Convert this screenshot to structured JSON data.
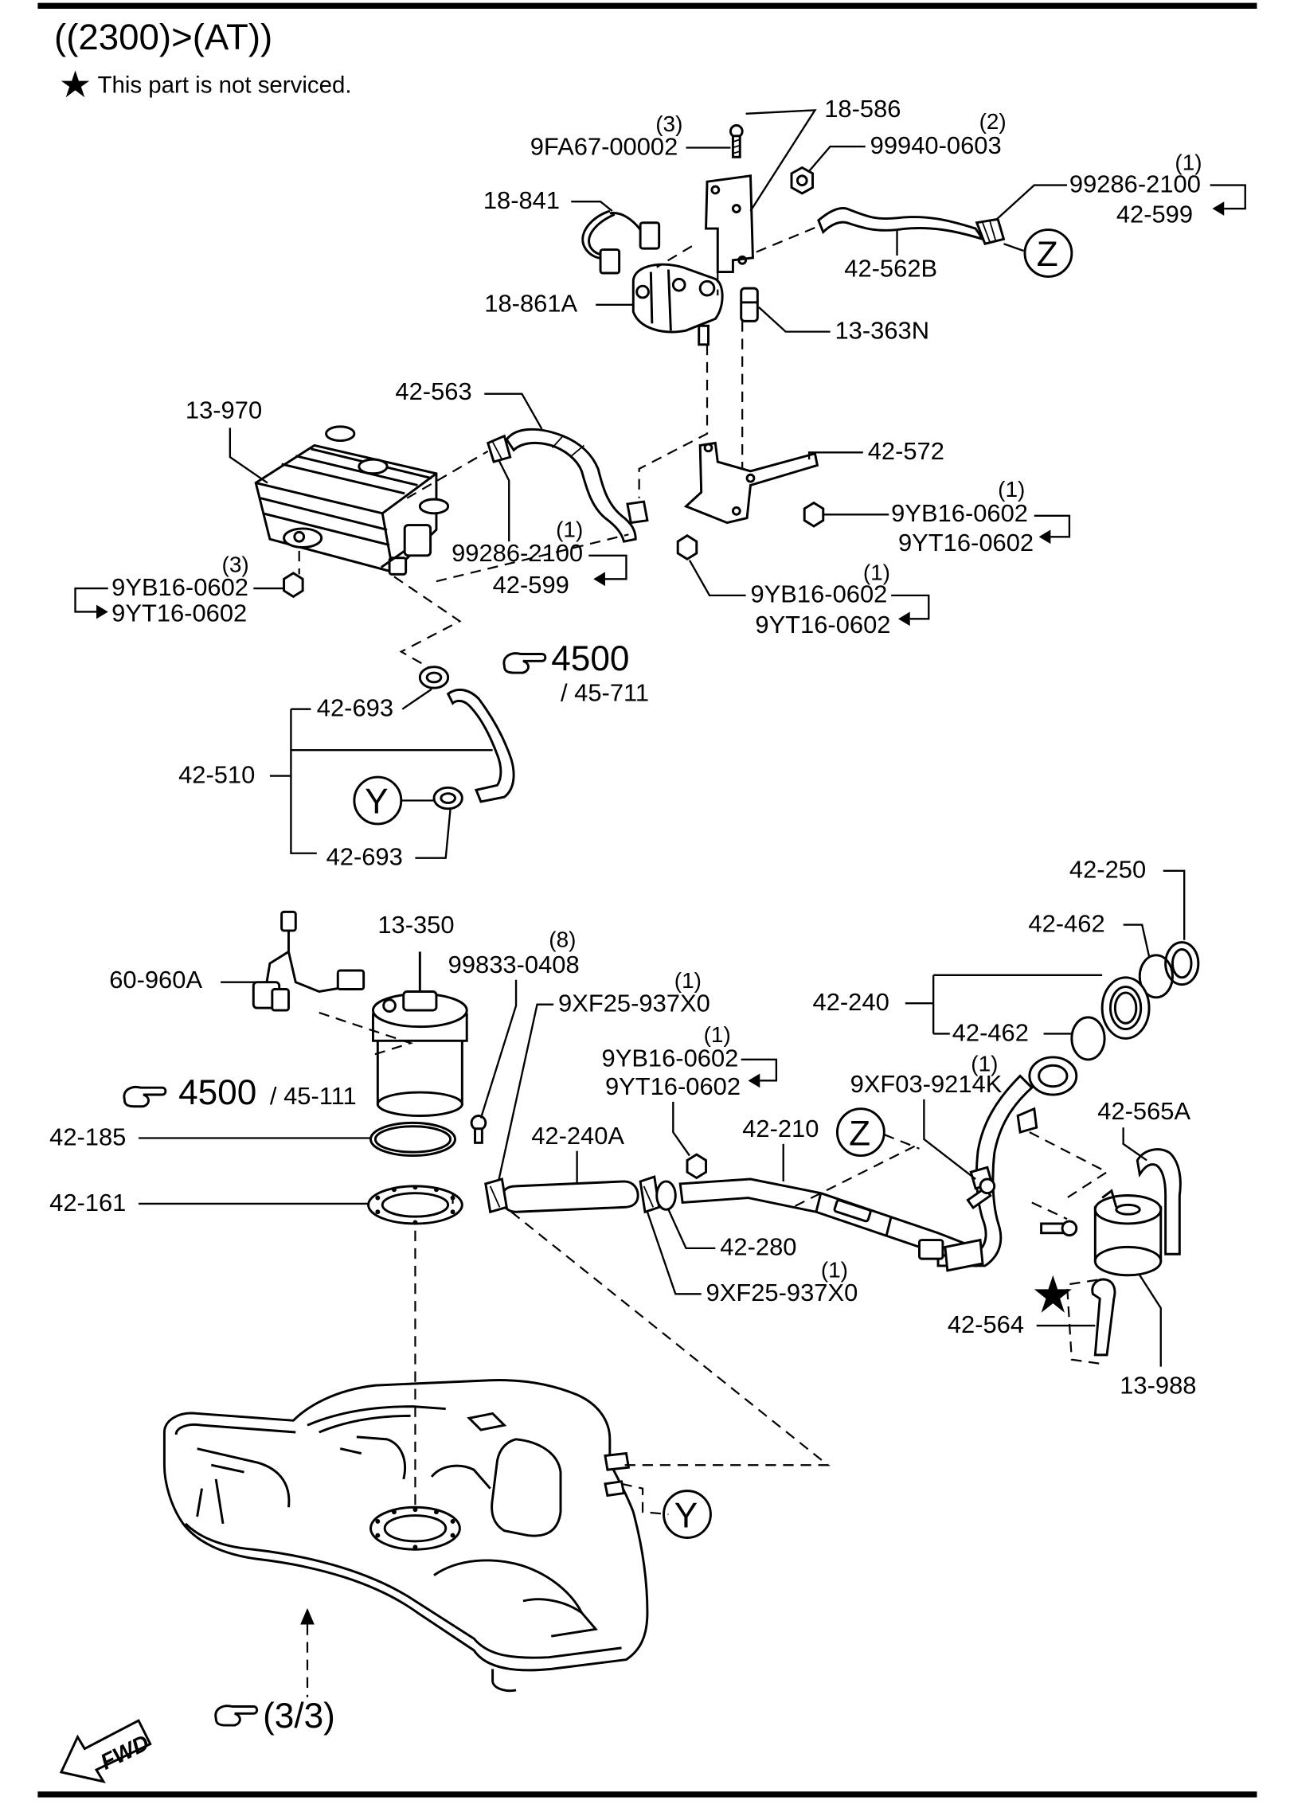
{
  "header": {
    "title": "((2300)>(AT))",
    "note": "This part is not serviced."
  },
  "refs": {
    "r4500_top": "4500",
    "r45711": "/ 45-711",
    "r4500_mid": "4500",
    "r45111": "/ 45-111",
    "r33": "(3/3)",
    "fwd": "FWD"
  },
  "callouts": {
    "z1": "Z",
    "z2": "Z",
    "y1": "Y",
    "y2": "Y"
  },
  "labels": {
    "p18586": "18-586",
    "q3a": "(3)",
    "p9fa67": "9FA67-00002",
    "q2a": "(2)",
    "p99940": "99940-0603",
    "p18841": "18-841",
    "q1a": "(1)",
    "p99286a": "99286-2100",
    "p42599a": "42-599",
    "p42562b": "42-562B",
    "p18861a": "18-861A",
    "p13363n": "13-363N",
    "p42563": "42-563",
    "p13970": "13-970",
    "p42572": "42-572",
    "q1b": "(1)",
    "p9yb16a": "9YB16-0602",
    "p9yt16a": "9YT16-0602",
    "q1c": "(1)",
    "p99286b": "99286-2100",
    "p42599b": "42-599",
    "q3b": "(3)",
    "p9yb16b": "9YB16-0602",
    "p9yt16b": "9YT16-0602",
    "q1d": "(1)",
    "p9yb16c": "9YB16-0602",
    "p9yt16c": "9YT16-0602",
    "p42693a": "42-693",
    "p42510": "42-510",
    "p42693b": "42-693",
    "p42250": "42-250",
    "p42462a": "42-462",
    "p42240": "42-240",
    "p42462b": "42-462",
    "p13350": "13-350",
    "q8": "(8)",
    "p99833": "99833-0408",
    "p60960a": "60-960A",
    "q1e": "(1)",
    "p9xf25a": "9XF25-937X0",
    "q1f": "(1)",
    "p9yb16d": "9YB16-0602",
    "p9yt16d": "9YT16-0602",
    "q1g": "(1)",
    "p9xf03": "9XF03-9214K",
    "p42565a": "42-565A",
    "p42185": "42-185",
    "p42240a": "42-240A",
    "p42210": "42-210",
    "p42161": "42-161",
    "p42280": "42-280",
    "q1h": "(1)",
    "p9xf25b": "9XF25-937X0",
    "p42564": "42-564",
    "p13988": "13-988"
  },
  "colors": {
    "ink": "#000000",
    "paper": "#ffffff"
  }
}
